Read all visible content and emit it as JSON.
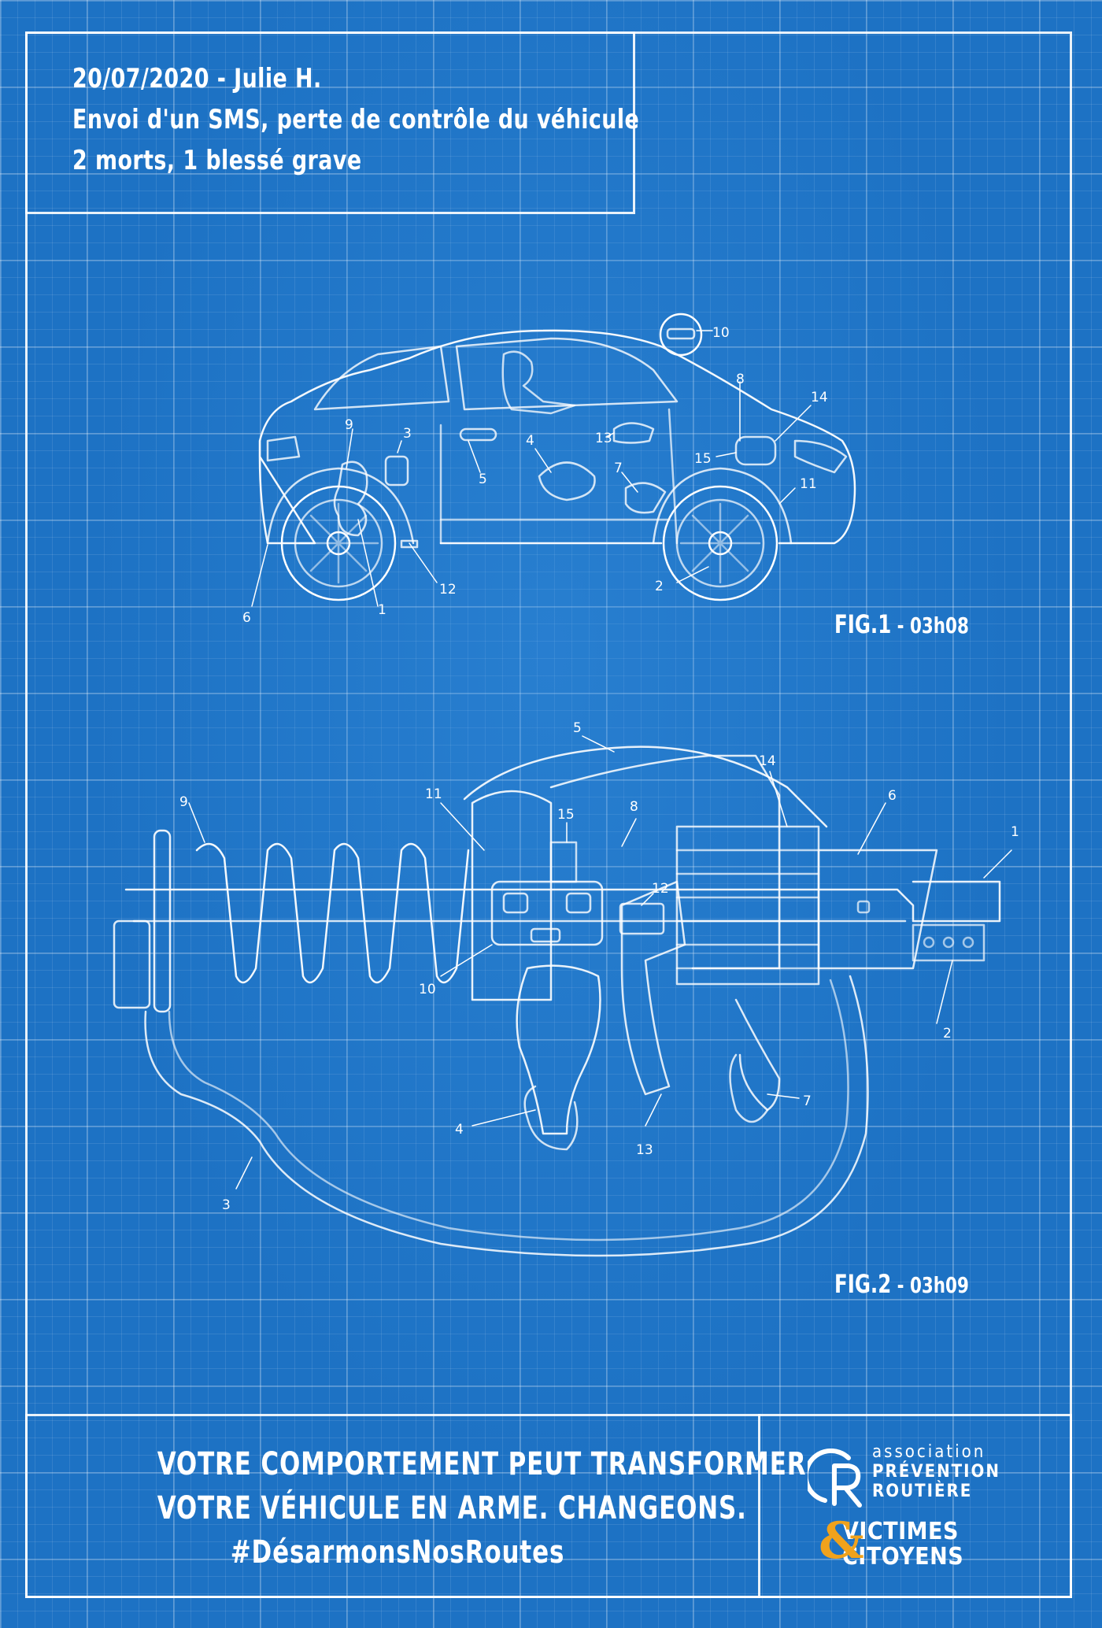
{
  "header": {
    "line1": "20/07/2020 - Julie H.",
    "line2": "Envoi d'un SMS, perte de contrôle du véhicule",
    "line3": "2 morts, 1 blessé grave"
  },
  "fig1": {
    "number": "FIG.1",
    "time": "- 03h08",
    "labels": [
      "1",
      "2",
      "3",
      "4",
      "5",
      "6",
      "7",
      "8",
      "9",
      "10",
      "11",
      "12",
      "13",
      "14",
      "15"
    ]
  },
  "fig2": {
    "number": "FIG.2",
    "time": "- 03h09",
    "labels": [
      "1",
      "2",
      "3",
      "4",
      "5",
      "6",
      "7",
      "8",
      "9",
      "10",
      "11",
      "12",
      "13",
      "14",
      "15"
    ]
  },
  "footer": {
    "slogan_line1": "VOTRE COMPORTEMENT PEUT TRANSFORMER",
    "slogan_line2": "VOTRE VÉHICULE EN ARME. CHANGEONS.",
    "hashtag": "#DésarmonsNosRoutes"
  },
  "logos": {
    "apr_line1": "association",
    "apr_line2": "PRÉVENTION",
    "apr_line3": "ROUTIÈRE",
    "vc_amp": "&",
    "vc_line1": "VICTIMES",
    "vc_line2": "CITOYENS"
  },
  "colors": {
    "background": "#1d72c4",
    "lines": "#ffffff",
    "accent": "#f0a21c"
  }
}
